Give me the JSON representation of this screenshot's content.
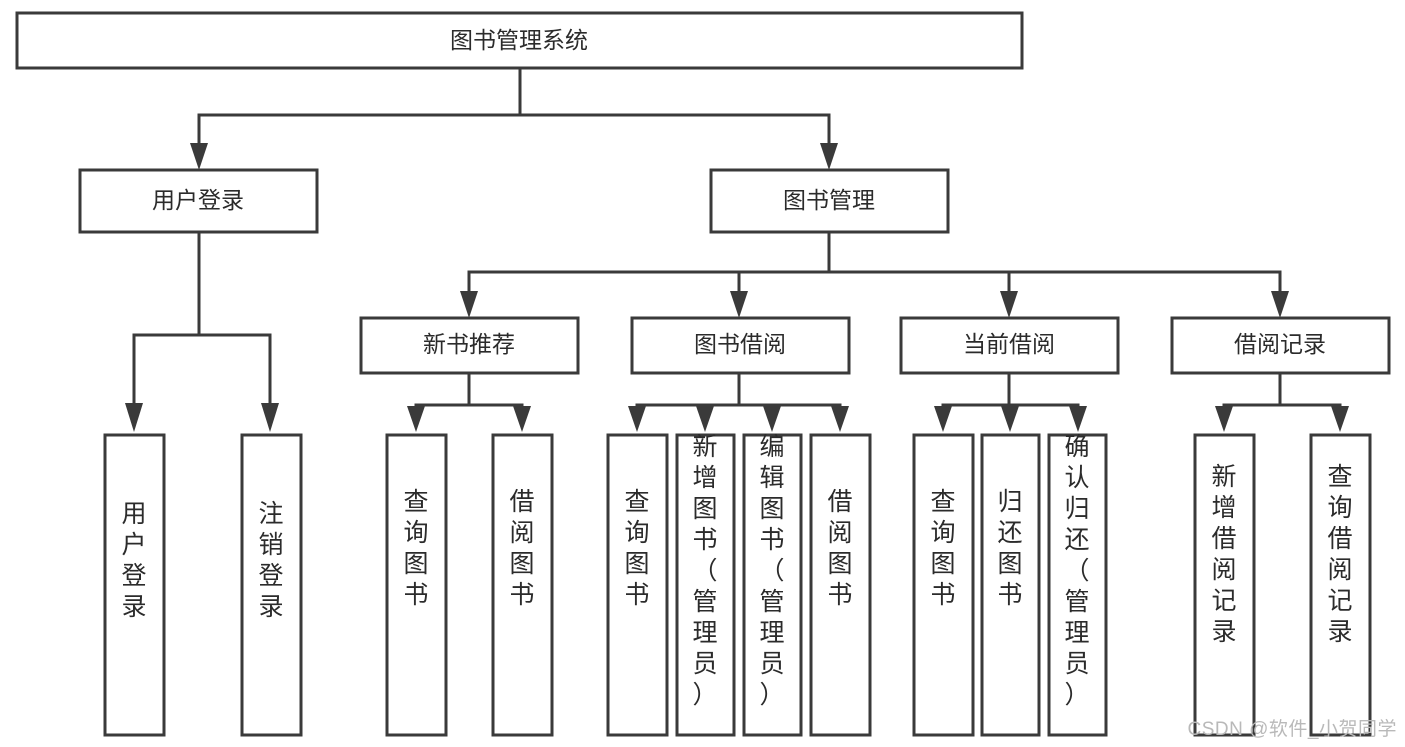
{
  "diagram": {
    "title": "图书管理系统",
    "type": "tree-hierarchy-chart",
    "root": {
      "label": "图书管理系统",
      "orientation": "horizontal"
    },
    "level2": [
      {
        "label": "用户登录",
        "orientation": "horizontal"
      },
      {
        "label": "图书管理",
        "orientation": "horizontal"
      }
    ],
    "level3": [
      {
        "label": "新书推荐",
        "orientation": "horizontal"
      },
      {
        "label": "图书借阅",
        "orientation": "horizontal"
      },
      {
        "label": "当前借阅",
        "orientation": "horizontal"
      },
      {
        "label": "借阅记录",
        "orientation": "horizontal"
      }
    ],
    "leaves": {
      "user_login": [
        {
          "label": "用户登录",
          "orientation": "vertical"
        },
        {
          "label": "注销登录",
          "orientation": "vertical"
        }
      ],
      "new_book_recommend": [
        {
          "label": "查询图书",
          "orientation": "vertical"
        },
        {
          "label": "借阅图书",
          "orientation": "vertical"
        }
      ],
      "book_borrow": [
        {
          "label": "查询图书",
          "orientation": "vertical"
        },
        {
          "label": "新增图书（管理员）",
          "orientation": "vertical"
        },
        {
          "label": "编辑图书（管理员）",
          "orientation": "vertical"
        },
        {
          "label": "借阅图书",
          "orientation": "vertical"
        }
      ],
      "current_borrow": [
        {
          "label": "查询图书",
          "orientation": "vertical"
        },
        {
          "label": "归还图书",
          "orientation": "vertical"
        },
        {
          "label": "确认归还（管理员）",
          "orientation": "vertical"
        }
      ],
      "borrow_record": [
        {
          "label": "新增借阅记录",
          "orientation": "vertical"
        },
        {
          "label": "查询借阅记录",
          "orientation": "vertical"
        }
      ]
    }
  },
  "watermark": {
    "text": "CSDN @软件_小贺同学"
  },
  "colors": {
    "stroke": "#3a3a3a",
    "fill": "#ffffff",
    "text": "#2b2b2b",
    "watermark": "#b9b9b9"
  }
}
